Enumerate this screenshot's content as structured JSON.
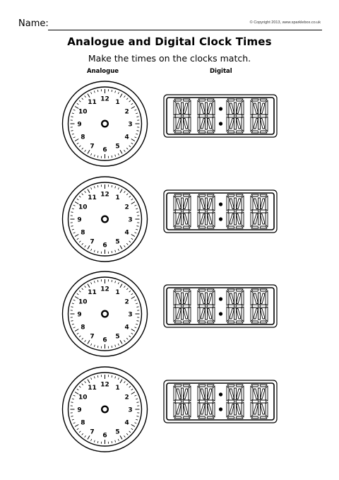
{
  "header": {
    "name_label": "Name:",
    "copyright": "© Copyright 2013, www.sparklebox.co.uk"
  },
  "title": "Analogue and Digital Clock Times",
  "subtitle": "Make the times on the clocks match.",
  "columns": {
    "analogue": "Analogue",
    "digital": "Digital"
  },
  "clock_numbers": [
    "12",
    "1",
    "2",
    "3",
    "4",
    "5",
    "6",
    "7",
    "8",
    "9",
    "10",
    "11"
  ],
  "rows": [
    {
      "id": 1,
      "digital_digits": 4
    },
    {
      "id": 2,
      "digital_digits": 4
    },
    {
      "id": 3,
      "digital_digits": 4
    },
    {
      "id": 4,
      "digital_digits": 4
    }
  ]
}
